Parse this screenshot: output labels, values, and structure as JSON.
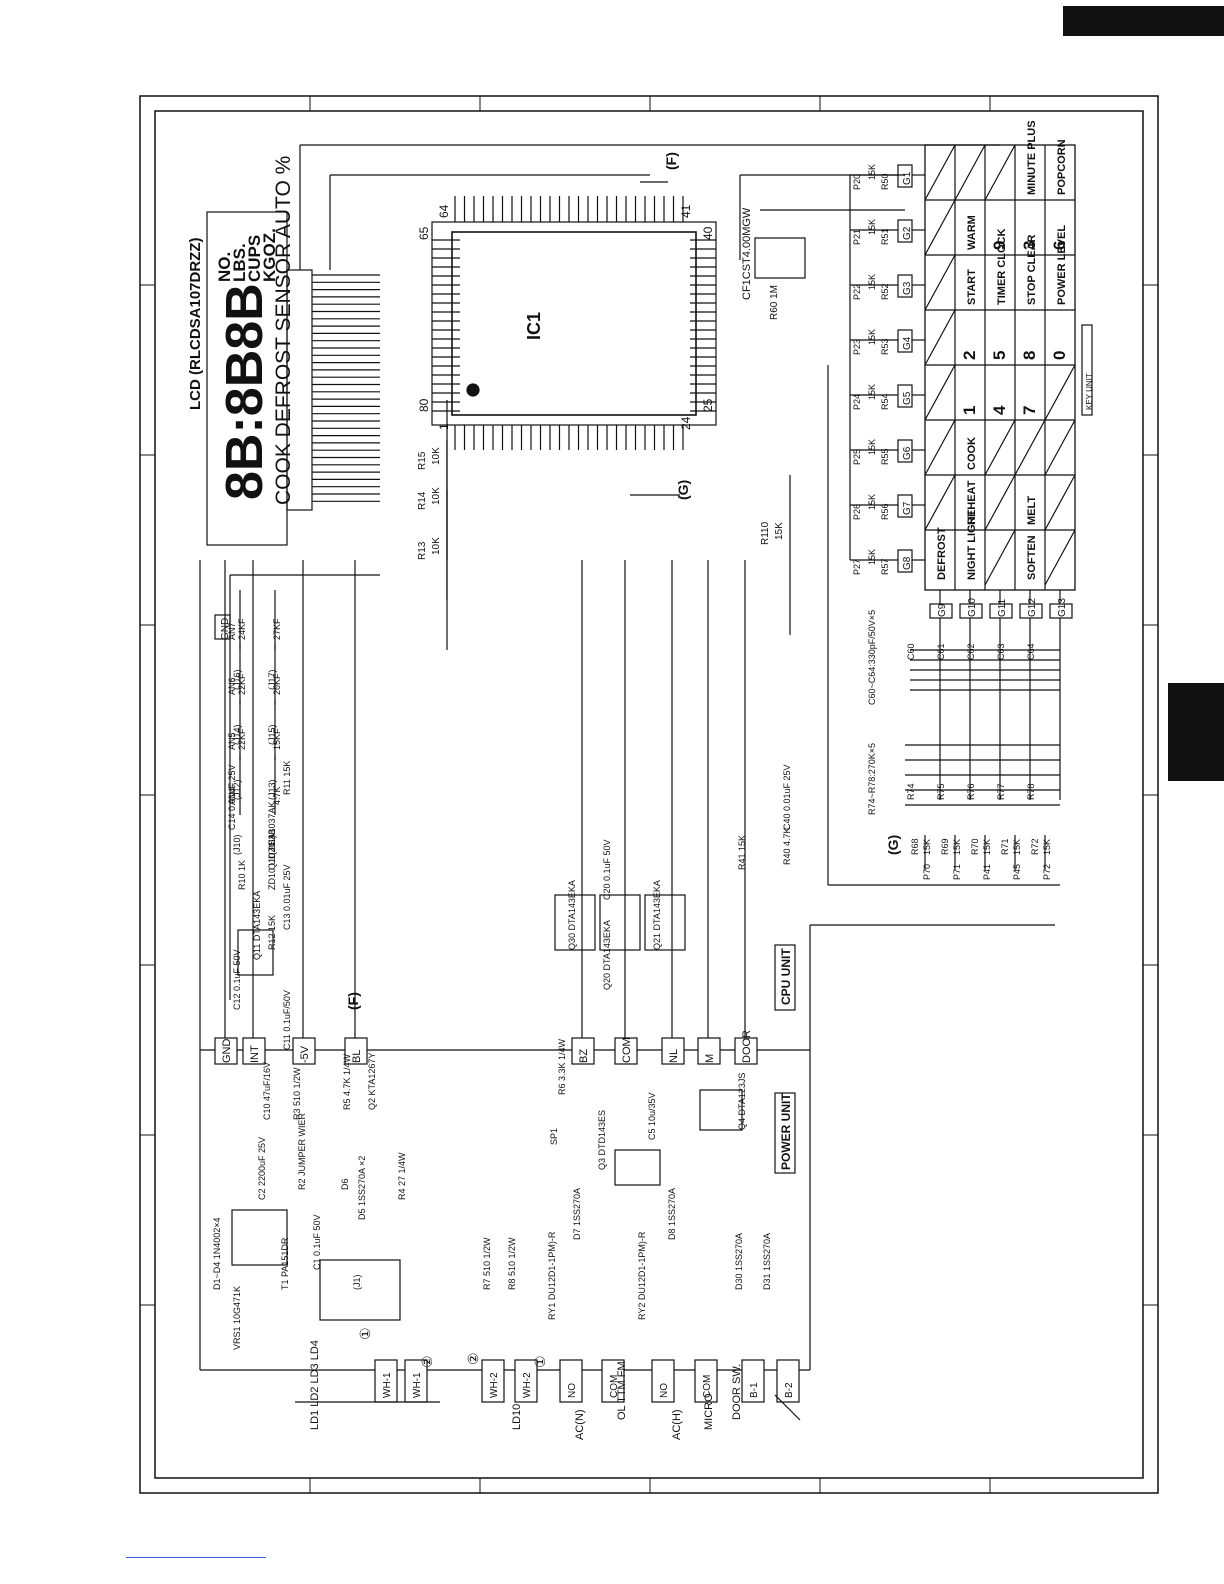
{
  "lcd": {
    "title": "LCD (RLCDSA107DRZZ)",
    "segments": "8B:8B8B",
    "units": [
      "NO.",
      "LBS.",
      "CUPS",
      "KGOZ."
    ],
    "status_line": "COOK DEFROST SENSOR AUTO %"
  },
  "ic": {
    "name": "IC1",
    "pins": [
      "65",
      "64",
      "41",
      "40",
      "80",
      "1",
      "24",
      "25"
    ],
    "crystal": "CF1CST4.00MGW",
    "r60": "R60 1M"
  },
  "resistors_top": [
    {
      "label": "R15",
      "value": "10K"
    },
    {
      "label": "R14",
      "value": "10K"
    },
    {
      "label": "R13",
      "value": "10K"
    },
    {
      "label": "R110",
      "value": "15K"
    }
  ],
  "arrows": [
    "(F)",
    "(G)",
    "(F)",
    "(G)"
  ],
  "key_rows": [
    {
      "g": "G1",
      "r": "R50",
      "p": "P20",
      "v": "15K"
    },
    {
      "g": "G2",
      "r": "R51",
      "p": "P21",
      "v": "15K"
    },
    {
      "g": "G3",
      "r": "R52",
      "p": "P22",
      "v": "15K"
    },
    {
      "g": "G4",
      "r": "R53",
      "p": "P23",
      "v": "15K"
    },
    {
      "g": "G5",
      "r": "R54",
      "p": "P24",
      "v": "15K"
    },
    {
      "g": "G6",
      "r": "R55",
      "p": "P25",
      "v": "15K"
    },
    {
      "g": "G7",
      "r": "R56",
      "p": "P26",
      "v": "15K"
    },
    {
      "g": "G8",
      "r": "R57",
      "p": "P27",
      "v": "15K"
    }
  ],
  "key_cols": [
    "G9",
    "G10",
    "G11",
    "G12",
    "G13"
  ],
  "key_grid": [
    [
      "",
      "",
      "",
      "MINUTE PLUS",
      "POPCORN"
    ],
    [
      "",
      "WARM",
      "9",
      "3",
      "6"
    ],
    [
      "",
      "START",
      "TIMER CLOCK",
      "STOP CLEAR",
      "POWER LEVEL"
    ],
    [
      "",
      "2",
      "5",
      "8",
      "0"
    ],
    [
      "",
      "1",
      "4",
      "7",
      ""
    ],
    [
      "",
      "COOK",
      "",
      "",
      ""
    ],
    [
      "",
      "REHEAT",
      "",
      "MELT",
      ""
    ],
    [
      "DEFROST",
      "NIGHT LIGHT",
      "",
      "SOFTEN",
      ""
    ]
  ],
  "key_unit": "KEY UNIT",
  "caps_key": "C60~C64:330pF/50V×5",
  "cap_labels": [
    "C60",
    "C61",
    "C62",
    "C63",
    "C64"
  ],
  "res_key": "R74~R78:270K×5",
  "res_labels": [
    "R74",
    "R75",
    "R76",
    "R77",
    "R78"
  ],
  "lower_res": [
    {
      "p": "P70",
      "r": "R68",
      "v": "15K"
    },
    {
      "p": "P71",
      "r": "R69",
      "v": "15K"
    },
    {
      "p": "P41",
      "r": "R70",
      "v": "15K"
    },
    {
      "p": "P45",
      "r": "R71",
      "v": "15K"
    },
    {
      "p": "P72",
      "r": "R72",
      "v": "15K"
    }
  ],
  "jumpers": [
    {
      "j": "(J16)",
      "an": "AN7",
      "v": "24KF"
    },
    {
      "j": "(J17)",
      "an": "",
      "v": "27KF"
    },
    {
      "j": "(J14)",
      "an": "AN6",
      "v": "22KF"
    },
    {
      "j": "(J15)",
      "an": "",
      "v": "20KF"
    },
    {
      "j": "(J12)",
      "an": "AN5",
      "v": "22KF"
    },
    {
      "j": "(J13)",
      "an": "",
      "v": "15KF"
    },
    {
      "j": "(J10)",
      "an": "AN4",
      "v": ""
    },
    {
      "j": "(J11)",
      "an": "",
      "v": "4.7K"
    }
  ],
  "gnd": "GND",
  "cpu_parts": [
    "C14 0.01uF 25V",
    "R11 15K",
    "Q10 2SA1037AK",
    "R10 1K",
    "ZD10 UDZ4.3B",
    "Q11 DTA143EKA",
    "C13 0.01uF 25V",
    "R12 15K",
    "C12 0.1uF 50V",
    "C11 0.1uF/50V",
    "Q30 DTA143EKA",
    "C20 0.1uF 50V",
    "Q20 DTA143EKA",
    "Q21 DTA143EKA",
    "R41 15K",
    "R40 4.7K",
    "C40 0.01uF 25V"
  ],
  "bus": [
    "GND",
    "INT",
    "-5V",
    "BL",
    "BZ",
    "COM",
    "NL",
    "M",
    "DOOR"
  ],
  "cpu_unit": "CPU UNIT",
  "power_unit": "POWER UNIT",
  "power_parts": [
    "C10 47uF/16V",
    "R3 510 1/2W",
    "R5 4.7K 1/4W",
    "Q2 KTA1267Y",
    "R2 JUMPER WIER",
    "D6",
    "D5 1SS270A ×2",
    "R4 27 1/4W",
    "C2 2200uF 25V",
    "C1 0.1uF 50V",
    "D1~D4 1N4002×4",
    "T1 PA151DR",
    "(J1)",
    "VRS1 10G471K",
    "R6 3.3K 1/4W",
    "SP1",
    "Q3 DTD143ES",
    "C5 10u/35V",
    "Q4 DTA123JS",
    "D7 1SS270A",
    "D8 1SS270A",
    "R7 510 1/2W",
    "R8 510 1/2W",
    "RY1 DU12D1-1PM)-R",
    "RY2 DU12D1-1PM)-R",
    "D30 1SS270A",
    "D31 1SS270A"
  ],
  "connectors": [
    "WH-1",
    "WH-1",
    "WH-2",
    "WH-2",
    "NO",
    "COM",
    "NO",
    "COM",
    "B-1",
    "B-2"
  ],
  "connector_marks": [
    "①",
    "②",
    "②",
    "①"
  ],
  "ext": [
    "LD1 LD2 LD3 LD4",
    "LD10",
    "AC(N)",
    "OL TTM FM",
    "AC(H)",
    "MICRO",
    "DOOR SW."
  ]
}
